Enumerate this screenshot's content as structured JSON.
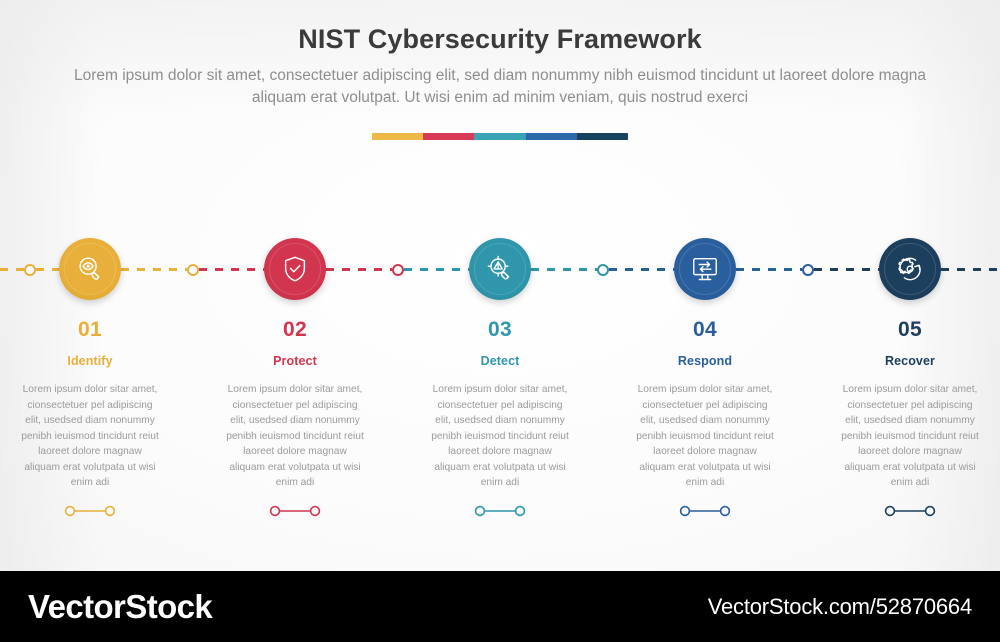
{
  "header": {
    "title": "NIST Cybersecurity Framework",
    "subtitle": "Lorem ipsum dolor sit amet, consectetuer adipiscing elit, sed diam nonummy nibh euismod tincidunt ut laoreet dolore magna aliquam erat volutpat. Ut wisi enim ad minim veniam, quis nostrud exerci"
  },
  "accent_bar": [
    "#f0b846",
    "#d93a56",
    "#3ba3b8",
    "#2a6aa8",
    "#17435f"
  ],
  "steps": [
    {
      "number": "01",
      "label": "Identify",
      "description": "Lorem ipsum dolor sitar amet, cionsectetuer pel adipiscing elit, usedsed diam nonummy penibh ieuismod tincidunt reiut laoreet dolore magnaw aliquam erat volutpata ut wisi enim adi",
      "color": "#e8b03a",
      "color_dark": "#d9a02c",
      "icon": "magnifier-eye-icon"
    },
    {
      "number": "02",
      "label": "Protect",
      "description": "Lorem ipsum dolor sitar amet, cionsectetuer pel adipiscing elit, usedsed diam nonummy penibh ieuismod tincidunt reiut laoreet dolore magnaw aliquam erat volutpata ut wisi enim adi",
      "color": "#d2364f",
      "color_dark": "#c22b44",
      "icon": "shield-check-icon"
    },
    {
      "number": "03",
      "label": "Detect",
      "description": "Lorem ipsum dolor sitar amet, cionsectetuer pel adipiscing elit, usedsed diam nonummy penibh ieuismod tincidunt reiut laoreet dolore magnaw aliquam erat volutpata ut wisi enim adi",
      "color": "#2f96ab",
      "color_dark": "#27889c",
      "icon": "magnifier-alert-icon"
    },
    {
      "number": "04",
      "label": "Respond",
      "description": "Lorem ipsum dolor sitar amet, cionsectetuer pel adipiscing elit, usedsed diam nonummy penibh ieuismod tincidunt reiut laoreet dolore magnaw aliquam erat volutpata ut wisi enim adi",
      "color": "#2a5f9e",
      "color_dark": "#235490",
      "icon": "monitor-exchange-icon"
    },
    {
      "number": "05",
      "label": "Recover",
      "description": "Lorem ipsum dolor sitar amet, cionsectetuer pel adipiscing elit, usedsed diam nonummy penibh ieuismod tincidunt reiut laoreet dolore magnaw aliquam erat volutpata ut wisi enim adi",
      "color": "#1d3f5e",
      "color_dark": "#173651",
      "icon": "gear-refresh-icon"
    }
  ],
  "footer": {
    "brand": "VectorStock",
    "url_code": "VectorStock.com/52870664"
  }
}
